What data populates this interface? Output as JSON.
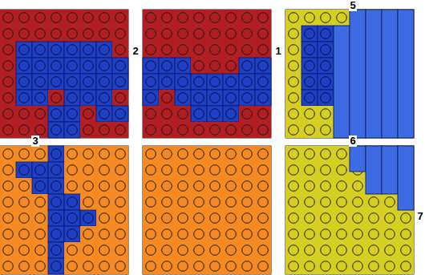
{
  "diagram": {
    "labels": [
      "5",
      "2",
      "1",
      "3",
      "6",
      "7"
    ]
  }
}
